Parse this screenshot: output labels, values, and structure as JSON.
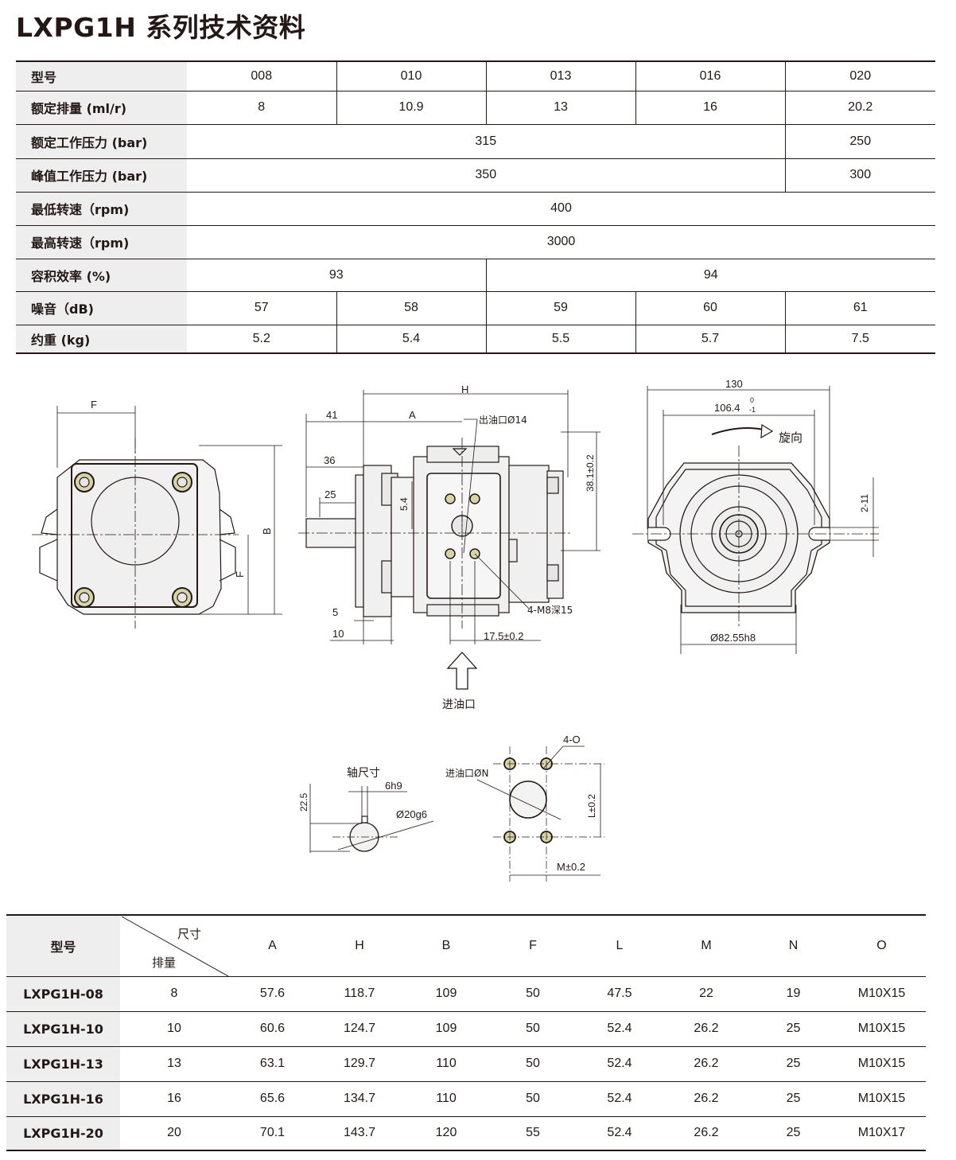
{
  "title": "LXPG1H 系列技术资料",
  "spec": {
    "model_label": "型号",
    "models": [
      "008",
      "010",
      "013",
      "016",
      "020"
    ],
    "rows": [
      {
        "label": "额定排量 (ml/r)",
        "values": [
          "8",
          "10.9",
          "13",
          "16",
          "20.2"
        ]
      },
      {
        "label": "额定工作压力 (bar)",
        "values": [
          "315",
          "250"
        ]
      },
      {
        "label": "峰值工作压力 (bar)",
        "values": [
          "350",
          "300"
        ]
      },
      {
        "label": "最低转速（rpm)",
        "values": [
          "400"
        ]
      },
      {
        "label": "最高转速（rpm)",
        "values": [
          "3000"
        ]
      },
      {
        "label": "容积效率 (%)",
        "values": [
          "93",
          "94"
        ]
      },
      {
        "label": "噪音（dB)",
        "values": [
          "57",
          "58",
          "59",
          "60",
          "61"
        ]
      },
      {
        "label": "约重 (kg)",
        "values": [
          "5.2",
          "5.4",
          "5.5",
          "5.7",
          "7.5"
        ]
      }
    ]
  },
  "drawing": {
    "front": {
      "F_top": "F",
      "B": "B",
      "F_side": "F"
    },
    "side": {
      "H": "H",
      "d41": "41",
      "A": "A",
      "outlet": "出油口Ø14",
      "d36": "36",
      "d25": "25",
      "d5_4": "5.4",
      "d38": "38.1±0.2",
      "m8": "4-M8深15",
      "d5": "5",
      "d10": "10",
      "d17": "17.5±0.2",
      "inlet": "进油口"
    },
    "rear": {
      "d130": "130",
      "d106": "106.4",
      "d106_sup": "0",
      "d106_sub": "-1",
      "rotation": "旋向",
      "d2_11": "2-11",
      "d82": "Ø82.55h8"
    },
    "shaft": {
      "title": "轴尺寸",
      "d22_5": "22.5",
      "key": "6h9",
      "dia": "Ø20g6"
    },
    "port": {
      "o": "4-O",
      "inlet": "进油口ØN",
      "L": "L±0.2",
      "M": "M±0.2"
    }
  },
  "dims": {
    "model_label": "型号",
    "diag_top": "尺寸",
    "diag_bottom": "排量",
    "headers": [
      "A",
      "H",
      "B",
      "F",
      "L",
      "M",
      "N",
      "O"
    ],
    "rows": [
      {
        "model": "LXPG1H-08",
        "disp": "8",
        "values": [
          "57.6",
          "118.7",
          "109",
          "50",
          "47.5",
          "22",
          "19",
          "M10X15"
        ]
      },
      {
        "model": "LXPG1H-10",
        "disp": "10",
        "values": [
          "60.6",
          "124.7",
          "109",
          "50",
          "52.4",
          "26.2",
          "25",
          "M10X15"
        ]
      },
      {
        "model": "LXPG1H-13",
        "disp": "13",
        "values": [
          "63.1",
          "129.7",
          "110",
          "50",
          "52.4",
          "26.2",
          "25",
          "M10X15"
        ]
      },
      {
        "model": "LXPG1H-16",
        "disp": "16",
        "values": [
          "65.6",
          "134.7",
          "110",
          "50",
          "52.4",
          "26.2",
          "25",
          "M10X15"
        ]
      },
      {
        "model": "LXPG1H-20",
        "disp": "20",
        "values": [
          "70.1",
          "143.7",
          "120",
          "55",
          "52.4",
          "26.2",
          "25",
          "M10X17"
        ]
      }
    ]
  }
}
